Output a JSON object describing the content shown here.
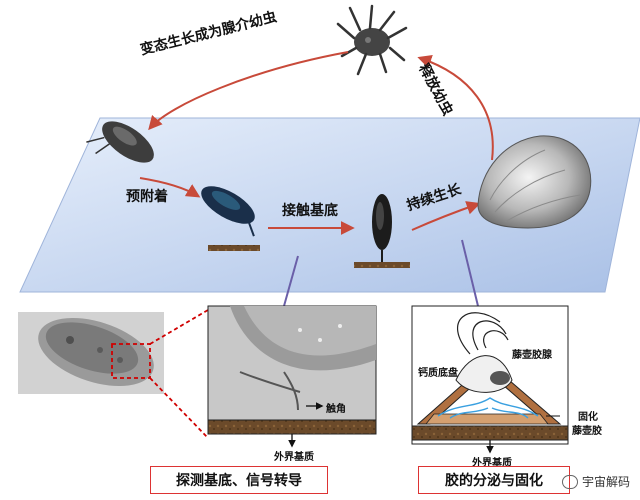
{
  "labels": {
    "metamorphosis": "变态生长成为腺介幼虫",
    "release": "释放幼虫",
    "pre_attach": "预附着",
    "contact": "接触基底",
    "continue": "持续生长",
    "antenna": "触角",
    "substrate_left": "外界基质",
    "substrate_right": "外界基质",
    "cement_gland": "藤壶胶腺",
    "calcareous_base": "钙质底盘",
    "curing": "固化",
    "barnacle_glue": "藤壶胶"
  },
  "captions": {
    "left": "探测基底、信号转导",
    "right": "胶的分泌与固化"
  },
  "watermark": "宇宙解码",
  "colors": {
    "plate": "#c9d9f2",
    "arrow": "#c84a3a",
    "connector": "#6a5fa8",
    "dash": "#d00000",
    "substrate": "#6b4a2a"
  }
}
